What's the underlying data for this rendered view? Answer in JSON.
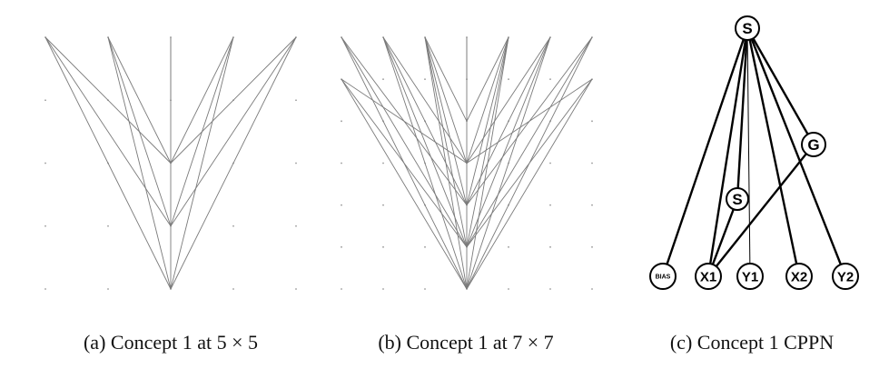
{
  "panels": [
    {
      "id": "a",
      "caption": "(a) Concept 1 at 5 × 5",
      "grid_size": 5,
      "connections": [
        [
          0,
          0,
          2,
          4
        ],
        [
          1,
          0,
          2,
          4
        ],
        [
          2,
          0,
          2,
          4
        ],
        [
          3,
          0,
          2,
          4
        ],
        [
          4,
          0,
          2,
          4
        ],
        [
          0,
          0,
          2,
          3
        ],
        [
          1,
          0,
          2,
          3
        ],
        [
          3,
          0,
          2,
          3
        ],
        [
          4,
          0,
          2,
          3
        ],
        [
          0,
          0,
          2,
          2
        ],
        [
          1,
          0,
          2,
          2
        ],
        [
          3,
          0,
          2,
          2
        ],
        [
          4,
          0,
          2,
          2
        ],
        [
          2,
          0,
          2,
          1
        ]
      ]
    },
    {
      "id": "b",
      "caption": "(b) Concept 1 at 7 × 7",
      "grid_size": 7,
      "connections": [
        [
          0,
          0,
          3,
          6
        ],
        [
          1,
          0,
          3,
          6
        ],
        [
          2,
          0,
          3,
          6
        ],
        [
          3,
          0,
          3,
          6
        ],
        [
          4,
          0,
          3,
          6
        ],
        [
          5,
          0,
          3,
          6
        ],
        [
          6,
          0,
          3,
          6
        ],
        [
          0,
          1,
          3,
          6
        ],
        [
          6,
          1,
          3,
          6
        ],
        [
          0,
          0,
          3,
          5
        ],
        [
          1,
          0,
          3,
          5
        ],
        [
          2,
          0,
          3,
          5
        ],
        [
          4,
          0,
          3,
          5
        ],
        [
          5,
          0,
          3,
          5
        ],
        [
          6,
          0,
          3,
          5
        ],
        [
          0,
          1,
          3,
          5
        ],
        [
          6,
          1,
          3,
          5
        ],
        [
          0,
          0,
          3,
          4
        ],
        [
          1,
          0,
          3,
          4
        ],
        [
          2,
          0,
          3,
          4
        ],
        [
          4,
          0,
          3,
          4
        ],
        [
          5,
          0,
          3,
          4
        ],
        [
          6,
          0,
          3,
          4
        ],
        [
          1,
          0,
          3,
          3
        ],
        [
          2,
          0,
          3,
          3
        ],
        [
          4,
          0,
          3,
          3
        ],
        [
          5,
          0,
          3,
          3
        ],
        [
          0,
          1,
          3,
          3
        ],
        [
          6,
          1,
          3,
          3
        ],
        [
          2,
          0,
          3,
          2
        ],
        [
          4,
          0,
          3,
          2
        ],
        [
          3,
          0,
          3,
          1
        ]
      ]
    }
  ],
  "cppn": {
    "caption": "(c) Concept 1 CPPN",
    "nodes": [
      {
        "id": "S_top",
        "label": "S"
      },
      {
        "id": "G",
        "label": "G"
      },
      {
        "id": "S_mid",
        "label": "S"
      },
      {
        "id": "BIAS",
        "label": "BIAS"
      },
      {
        "id": "X1",
        "label": "X1"
      },
      {
        "id": "Y1",
        "label": "Y1"
      },
      {
        "id": "X2",
        "label": "X2"
      },
      {
        "id": "Y2",
        "label": "Y2"
      }
    ],
    "edges": [
      {
        "from": "BIAS",
        "to": "S_top",
        "weight": "strong"
      },
      {
        "from": "X1",
        "to": "S_top",
        "weight": "strong"
      },
      {
        "from": "Y1",
        "to": "S_top",
        "weight": "weak"
      },
      {
        "from": "X2",
        "to": "S_top",
        "weight": "strong"
      },
      {
        "from": "Y2",
        "to": "S_top",
        "weight": "strong"
      },
      {
        "from": "S_mid",
        "to": "S_top",
        "weight": "strong"
      },
      {
        "from": "G",
        "to": "S_top",
        "weight": "strong"
      },
      {
        "from": "X1",
        "to": "S_mid",
        "weight": "strong"
      },
      {
        "from": "X1",
        "to": "G",
        "weight": "strong"
      }
    ]
  }
}
